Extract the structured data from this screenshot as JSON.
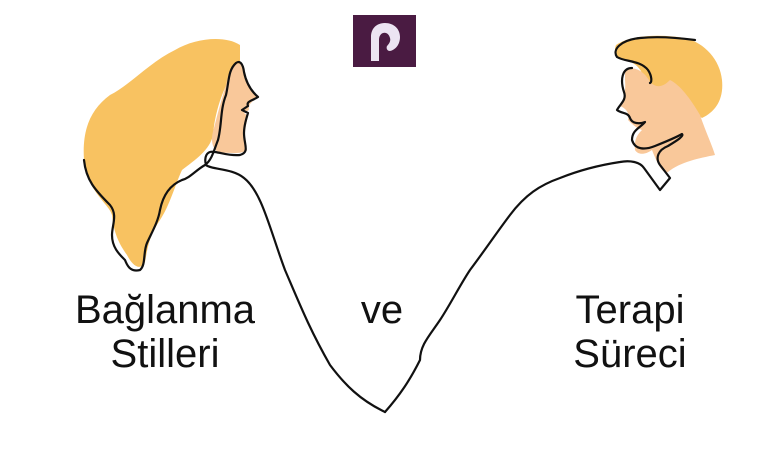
{
  "logo": {
    "letter": "P",
    "icon": "brand-p-logo-icon",
    "background": "#4a1b42",
    "foreground": "#ece4f2"
  },
  "title": {
    "left_line1": "Bağlanma",
    "left_line2": "Stilleri",
    "connector": "ve",
    "right_line1": "Terapi",
    "right_line2": "Süreci"
  },
  "illustration": {
    "left_figure": "woman-profile-icon",
    "right_figure": "man-profile-icon",
    "connecting_line": "single-line-connector",
    "colors": {
      "hair": "#f8c261",
      "skin": "#f9c89a",
      "line": "#111111"
    }
  }
}
